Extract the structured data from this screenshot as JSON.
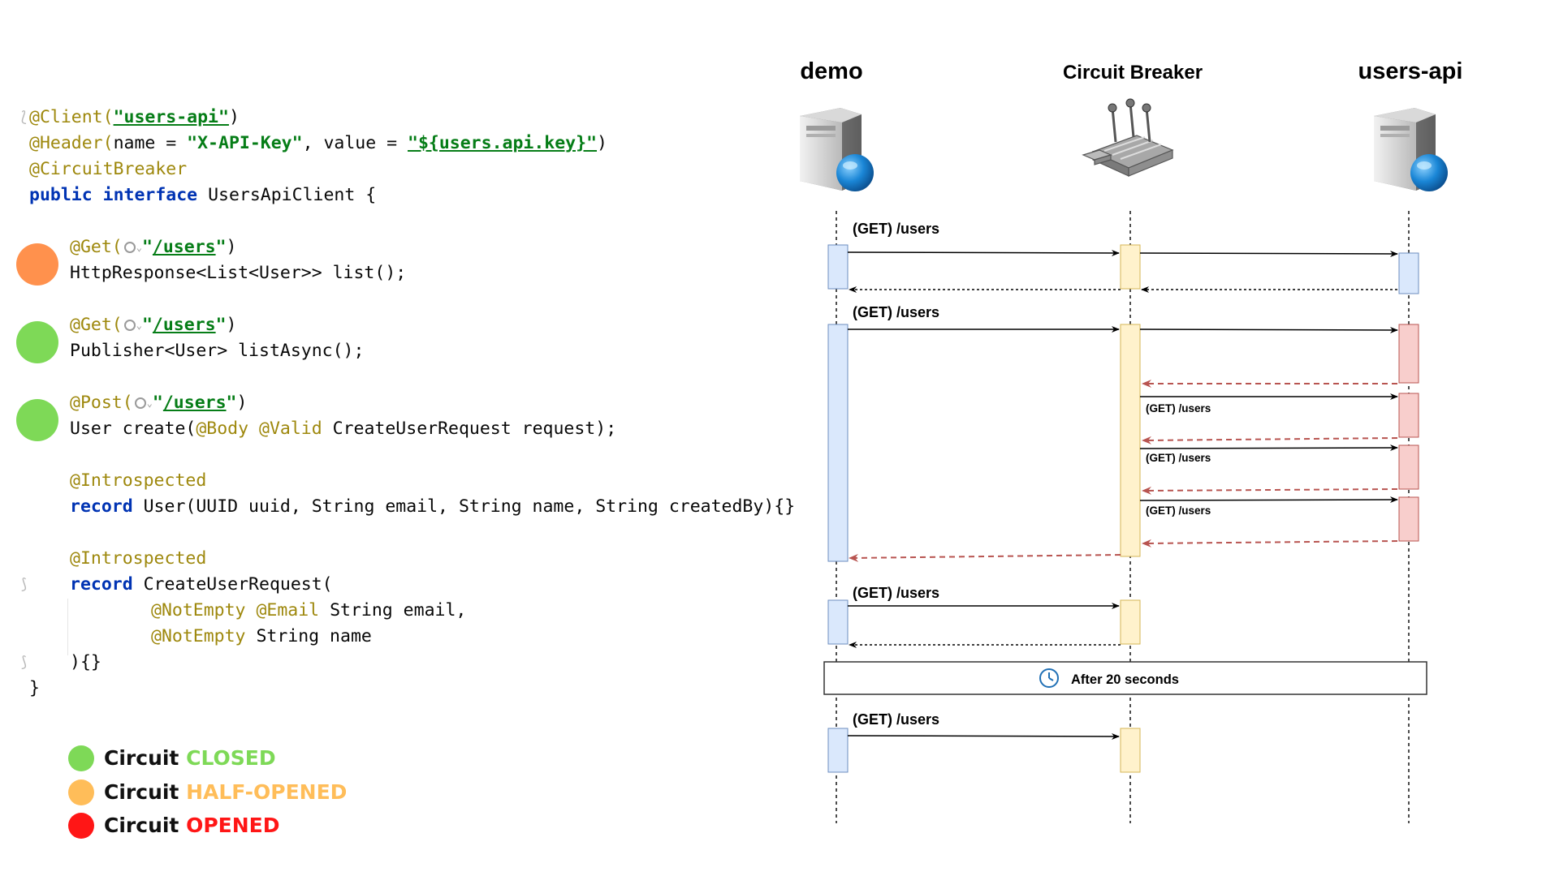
{
  "code": {
    "line1": {
      "ann": "@Client(",
      "str": "\"users-api\"",
      "end": ")"
    },
    "line2": {
      "ann": "@Header(",
      "a": "name = ",
      "s1": "\"X-API-Key\"",
      "b": ", value = ",
      "s2": "\"${users.api.key}\"",
      "end": ")"
    },
    "line3": {
      "ann": "@CircuitBreaker"
    },
    "line4": {
      "kw1": "public",
      "kw2": "interface",
      "rest": "UsersApiClient {"
    },
    "get1": {
      "ann": "@Get(",
      "q1": "\"",
      "path": "/users",
      "q2": "\"",
      "end": ")"
    },
    "get1_sig": "HttpResponse<List<User>> list();",
    "get2": {
      "ann": "@Get(",
      "q1": "\"",
      "path": "/users",
      "q2": "\"",
      "end": ")"
    },
    "get2_sig": "Publisher<User> listAsync();",
    "post": {
      "ann": "@Post(",
      "q1": "\"",
      "path": "/users",
      "q2": "\"",
      "end": ")"
    },
    "post_sig": {
      "a": "User create(",
      "ann1": "@Body",
      "ann2": "@Valid",
      "b": " CreateUserRequest request);"
    },
    "intro1": "@Introspected",
    "record1": {
      "kw": "record",
      "rest": " User(UUID uuid, String email, String name, String createdBy){}"
    },
    "intro2": "@Introspected",
    "record2": {
      "kw": "record",
      "rest": " CreateUserRequest("
    },
    "field1": {
      "ann1": "@NotEmpty",
      "ann2": "@Email",
      "rest": " String email,"
    },
    "field2": {
      "ann1": "@NotEmpty",
      "rest": " String name"
    },
    "close_record": "){}",
    "close_iface": "}"
  },
  "legend": [
    {
      "prefix": "Circuit",
      "state": "CLOSED",
      "color": "#7ed957",
      "text_color": "#7ed957"
    },
    {
      "prefix": "Circuit",
      "state": "HALF-OPENED",
      "color": "#ffbd59",
      "text_color": "#ffbd59"
    },
    {
      "prefix": "Circuit",
      "state": "OPENED",
      "color": "#ff1616",
      "text_color": "#ff1616"
    }
  ],
  "method_status_colors": [
    "#ff914d",
    "#7ed957",
    "#7ed957"
  ],
  "diagram": {
    "participants": [
      {
        "name": "demo",
        "icon": "server-globe-icon"
      },
      {
        "name": "Circuit Breaker",
        "icon": "circuit-breaker-switch-icon"
      },
      {
        "name": "users-api",
        "icon": "server-globe-icon"
      }
    ],
    "messages": [
      {
        "label": "(GET) /users"
      },
      {
        "label": "(GET) /users"
      },
      {
        "label": "(GET) /users"
      },
      {
        "label": "(GET) /users"
      },
      {
        "label": "(GET) /users"
      },
      {
        "label": "(GET) /users"
      },
      {
        "label": "(GET) /users"
      }
    ],
    "separator": {
      "label": "After 20 seconds",
      "icon": "clock-icon"
    },
    "colors": {
      "demo_activation_fill": "#dae8fc",
      "demo_activation_stroke": "#6c8ebf",
      "cb_activation_fill": "#fff2cc",
      "cb_activation_stroke": "#d6b656",
      "api_activation_fill": "#dae8fc",
      "api_error_fill": "#f8cecc",
      "api_error_stroke": "#b85450",
      "error_arrow": "#b85450"
    }
  }
}
